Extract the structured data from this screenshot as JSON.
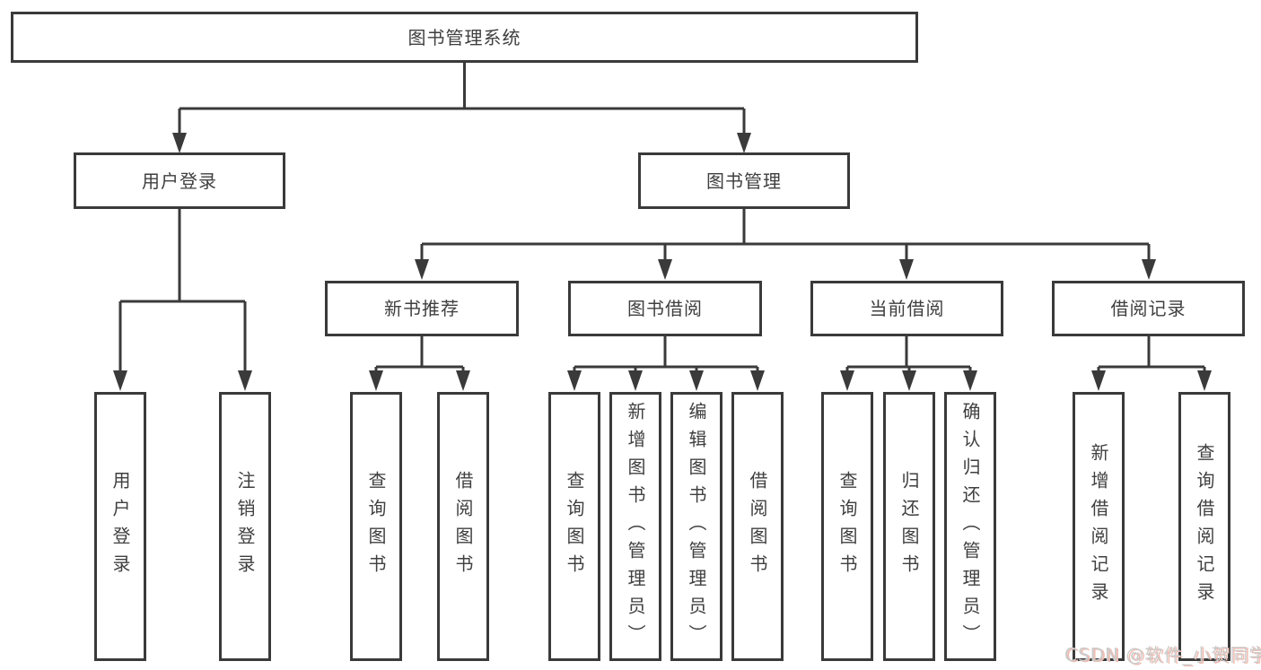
{
  "diagram": {
    "type": "hierarchy-tree",
    "root": {
      "label": "图书管理系统"
    },
    "level2": [
      {
        "label": "用户登录",
        "parent": "图书管理系统"
      },
      {
        "label": "图书管理",
        "parent": "图书管理系统"
      }
    ],
    "level3": [
      {
        "label": "新书推荐",
        "parent": "图书管理"
      },
      {
        "label": "图书借阅",
        "parent": "图书管理"
      },
      {
        "label": "当前借阅",
        "parent": "图书管理"
      },
      {
        "label": "借阅记录",
        "parent": "图书管理"
      }
    ],
    "leaves": [
      {
        "label": "用户登录",
        "parent": "用户登录"
      },
      {
        "label": "注销登录",
        "parent": "用户登录"
      },
      {
        "label": "查询图书",
        "parent": "新书推荐"
      },
      {
        "label": "借阅图书",
        "parent": "新书推荐"
      },
      {
        "label": "查询图书",
        "parent": "图书借阅"
      },
      {
        "label": "新增图书（管理员）",
        "parent": "图书借阅"
      },
      {
        "label": "编辑图书（管理员）",
        "parent": "图书借阅"
      },
      {
        "label": "借阅图书",
        "parent": "图书借阅"
      },
      {
        "label": "查询图书",
        "parent": "当前借阅"
      },
      {
        "label": "归还图书",
        "parent": "当前借阅"
      },
      {
        "label": "确认归还（管理员）",
        "parent": "当前借阅"
      },
      {
        "label": "新增借阅记录",
        "parent": "借阅记录"
      },
      {
        "label": "查询借阅记录",
        "parent": "借阅记录"
      }
    ]
  },
  "watermark": {
    "text": "CSDN @软件_小贺同学"
  },
  "colors": {
    "background": "#ffffff",
    "line": "#3a3a3a",
    "box_border": "#3a3a3a",
    "text": "#3f3f3f",
    "watermark_gray": "#cbcbcb",
    "watermark_red_shadow": "#f0bdb2"
  }
}
